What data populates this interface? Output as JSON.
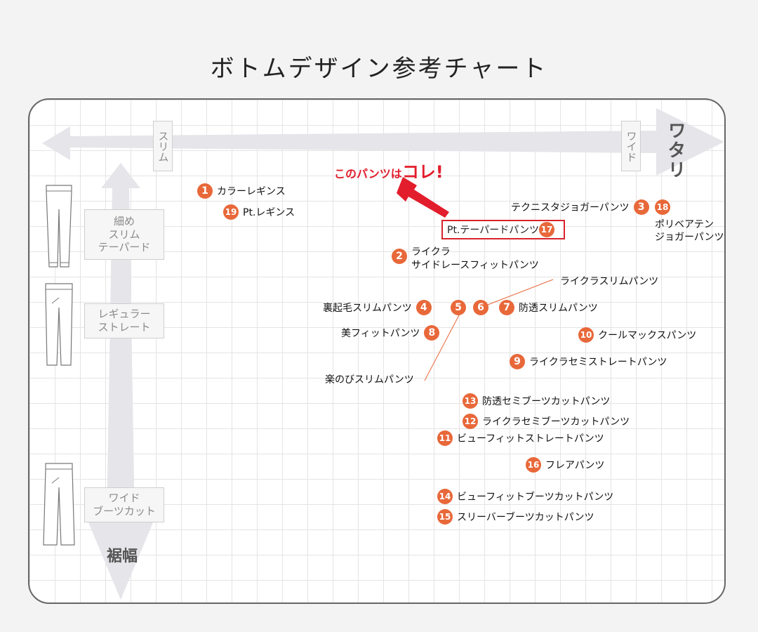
{
  "title": "ボトムデザイン参考チャート",
  "axes": {
    "x_left": "スリム",
    "x_right": "ワイド",
    "x_main": "ワタリ",
    "y_main": "裾幅",
    "y_levels": [
      {
        "label": "細め\nスリム\nテーパード"
      },
      {
        "label": "レギュラー\nストレート"
      },
      {
        "label": "ワイド\nブーツカット"
      }
    ]
  },
  "callout": {
    "prefix": "このパンツは",
    "emphasis": "コレ!"
  },
  "highlight": {
    "number": "17",
    "label": "Pt.テーパードパンツ"
  },
  "items": [
    {
      "number": "1",
      "label": "カラーレギンス"
    },
    {
      "number": "19",
      "label": "Pt.レギンス"
    },
    {
      "number": "3",
      "label": "テクニスタジョガーパンツ"
    },
    {
      "number": "18",
      "label": "ポリベアテン\nジョガーパンツ"
    },
    {
      "number": "2",
      "label": "ライクラ\nサイドレースフィットパンツ"
    },
    {
      "number": "4",
      "label": "裏起毛スリムパンツ"
    },
    {
      "number": "5",
      "label": ""
    },
    {
      "number": "6",
      "label": ""
    },
    {
      "number": "7",
      "label": "防透スリムパンツ"
    },
    {
      "number": "8",
      "label": "美フィットパンツ"
    },
    {
      "number": "10",
      "label": "クールマックスパンツ"
    },
    {
      "number": "9",
      "label": "ライクラセミストレートパンツ"
    },
    {
      "number": "13",
      "label": "防透セミブーツカットパンツ"
    },
    {
      "number": "12",
      "label": "ライクラセミブーツカットパンツ"
    },
    {
      "number": "11",
      "label": "ビューフィットストレートパンツ"
    },
    {
      "number": "16",
      "label": "フレアパンツ"
    },
    {
      "number": "14",
      "label": "ビューフィットブーツカットパンツ"
    },
    {
      "number": "15",
      "label": "スリーバーブーツカットパンツ"
    }
  ],
  "leader_labels": {
    "six": "ライクラスリムパンツ",
    "five": "楽のびスリムパンツ"
  },
  "colors": {
    "badge": "#e8683a",
    "accent": "#e21d2c",
    "arrow": "#e5e5ea"
  }
}
